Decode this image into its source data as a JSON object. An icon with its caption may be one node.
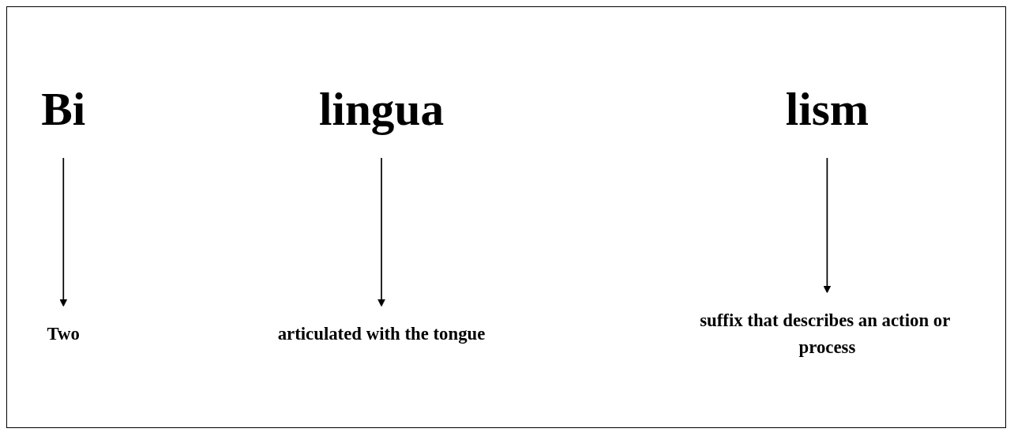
{
  "diagram": {
    "nodes": [
      {
        "text": [
          "Bi"
        ]
      },
      {
        "text": [
          "lingua"
        ]
      },
      {
        "text": [
          "lism"
        ]
      },
      {
        "text": [
          "Two"
        ]
      },
      {
        "text": [
          "articulated with the tongue"
        ]
      },
      {
        "text": [
          "suffix that describes an action or process"
        ]
      }
    ],
    "edges": [
      {
        "from": 0,
        "to": 3,
        "arrow": "to"
      },
      {
        "from": 1,
        "to": 4,
        "arrow": "to"
      },
      {
        "from": 2,
        "to": 5,
        "arrow": "to"
      }
    ]
  }
}
